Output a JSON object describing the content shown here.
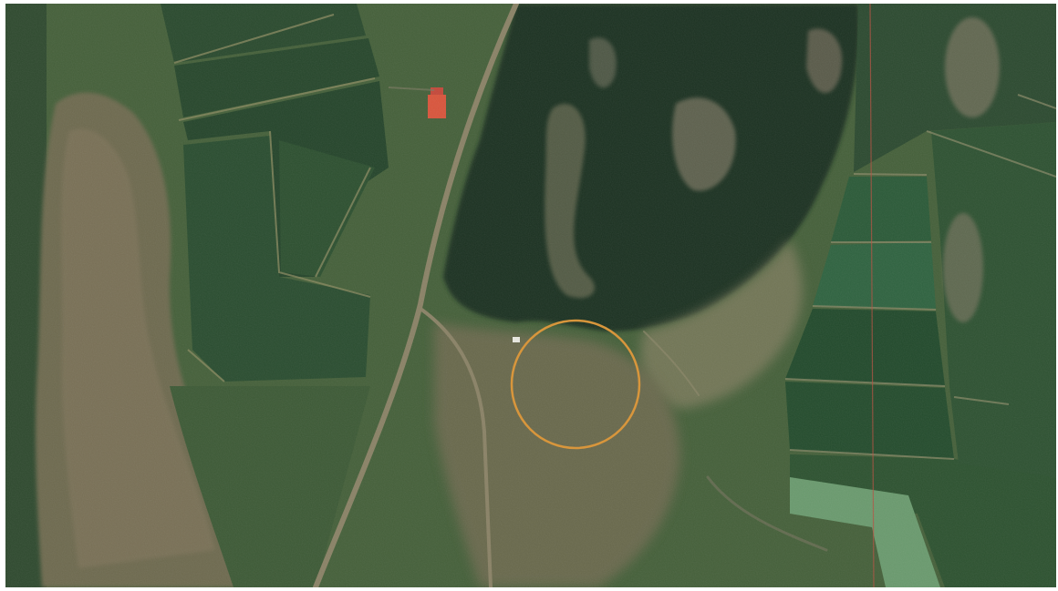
{
  "map": {
    "view": "satellite",
    "features": {
      "marker": "circle-outline",
      "land_cover": [
        "grassland",
        "conifer-forest",
        "cultivated-fields",
        "rocky-ridge"
      ],
      "roads": [
        "straight-gravel-road",
        "branch-road"
      ],
      "buildings": [
        "red-roof-house"
      ]
    }
  },
  "colors": {
    "marker": "#d8963c",
    "forest": "#1d3324",
    "field_dark": "#244a2c",
    "field_light": "#6a9a6e",
    "road": "#8a8266",
    "roof": "#d9553c",
    "grass": "#4d6a3c",
    "rock": "#7c7258"
  }
}
